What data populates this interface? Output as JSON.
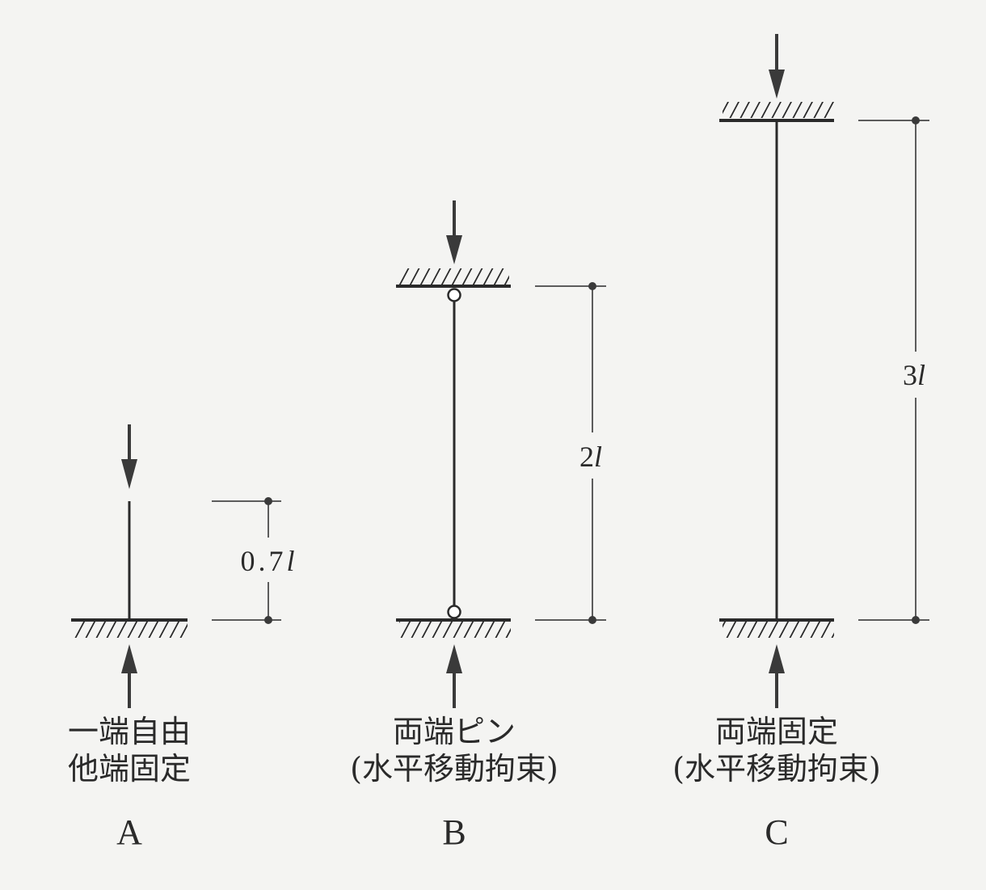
{
  "columns": [
    {
      "id": "A",
      "letter": "A",
      "caption_line1": "一端自由",
      "caption_line2": "他端固定",
      "dimension_label": "0.7l",
      "dimension_number": "0.7",
      "dimension_symbol": "l",
      "top_support": "free",
      "bottom_support": "fixed",
      "pins": false
    },
    {
      "id": "B",
      "letter": "B",
      "caption_line1": "両端ピン",
      "caption_line2": "(水平移動拘束)",
      "dimension_label": "2l",
      "dimension_number": "2",
      "dimension_symbol": "l",
      "top_support": "pinned",
      "bottom_support": "pinned",
      "pins": true
    },
    {
      "id": "C",
      "letter": "C",
      "caption_line1": "両端固定",
      "caption_line2": "(水平移動拘束)",
      "dimension_label": "3l",
      "dimension_number": "3",
      "dimension_symbol": "l",
      "top_support": "fixed",
      "bottom_support": "fixed",
      "pins": false
    }
  ],
  "colors": {
    "line": "#2a2a2a",
    "arrow": "#3a3a3a",
    "background": "#f4f4f2"
  }
}
